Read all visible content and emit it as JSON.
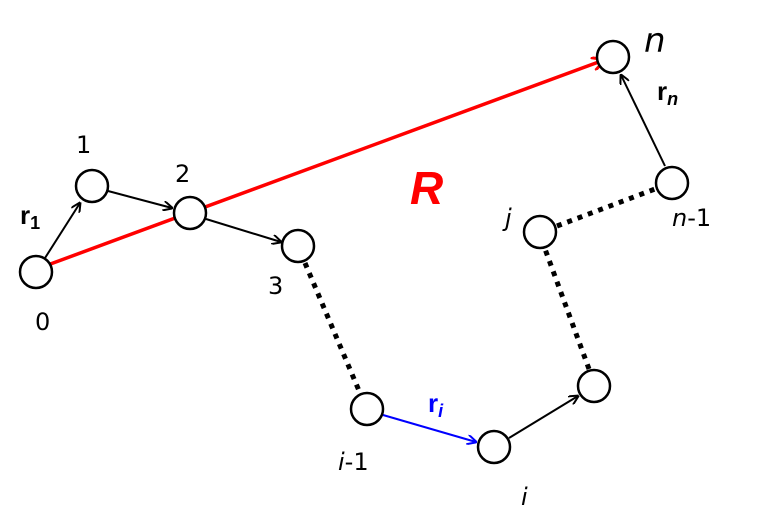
{
  "colors": {
    "resultant": "#ff0000",
    "step_highlight": "#0000ff",
    "default": "#000000"
  },
  "labels": {
    "node_0": "0",
    "node_1": "1",
    "node_2": "2",
    "node_3": "3",
    "node_i_minus_1_var": "i",
    "node_i_minus_1_suffix": "-1",
    "node_i": "i",
    "node_j": "j",
    "node_n_minus_1_var": "n",
    "node_n_minus_1_suffix": "-1",
    "node_n": "n",
    "r1_main": "r",
    "r1_sub": "1",
    "rn_main": "r",
    "rn_sub": "n",
    "ri_main": "r",
    "ri_sub": "i",
    "R": "R"
  }
}
